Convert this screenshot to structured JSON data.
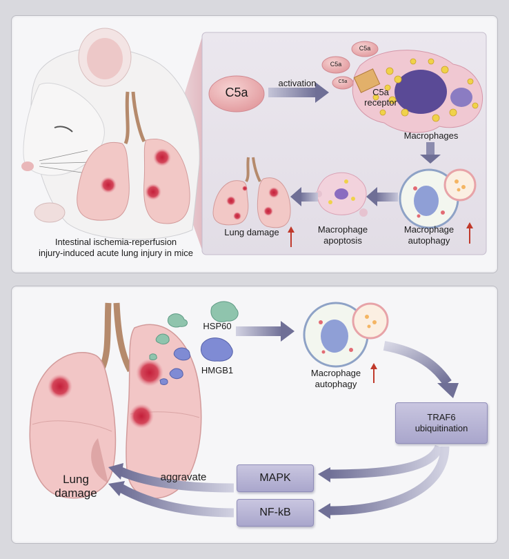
{
  "top_panel": {
    "caption_line1": "Intestinal ischemia-reperfusion",
    "caption_line2": "injury-induced acute lung injury in mice",
    "c5a_label": "C5a",
    "activation_label": "activation",
    "c5a_small_1": "C5a",
    "c5a_small_2": "C5a",
    "c5a_small_3": "C5a",
    "receptor_line1": "C5a",
    "receptor_line2": "receptor",
    "macrophages_label": "Macrophages",
    "autophagy_line1": "Macrophage",
    "autophagy_line2": "autophagy",
    "apoptosis_line1": "Macrophage",
    "apoptosis_line2": "apoptosis",
    "lung_damage_label": "Lung damage"
  },
  "bottom_panel": {
    "hsp60_label": "HSP60",
    "hmgb1_label": "HMGB1",
    "autophagy_line1": "Macrophage",
    "autophagy_line2": "autophagy",
    "traf6_line1": "TRAF6",
    "traf6_line2": "ubiquitination",
    "mapk_label": "MAPK",
    "nfkb_label": "NF-kB",
    "aggravate_label": "aggravate",
    "lung_line1": "Lung",
    "lung_line2": "damage"
  },
  "colors": {
    "panel_bg": "#f6f6f8",
    "arrow": "#8c8cae",
    "box_fill": "#b7b4d6",
    "up_arrow": "#c0392b",
    "lung": "#f0c4c4",
    "lesion": "#cc3344"
  }
}
